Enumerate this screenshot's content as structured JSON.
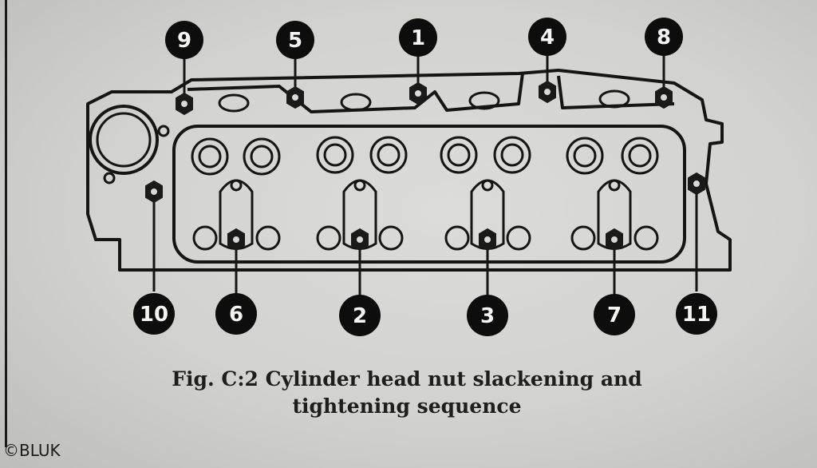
{
  "figure": {
    "caption_line1": "Fig. C:2 Cylinder head nut slackening and",
    "caption_line2": "tightening sequence"
  },
  "copyright": "©BLUK",
  "nut_labels": [
    "1",
    "2",
    "3",
    "4",
    "5",
    "6",
    "7",
    "8",
    "9",
    "10",
    "11"
  ]
}
